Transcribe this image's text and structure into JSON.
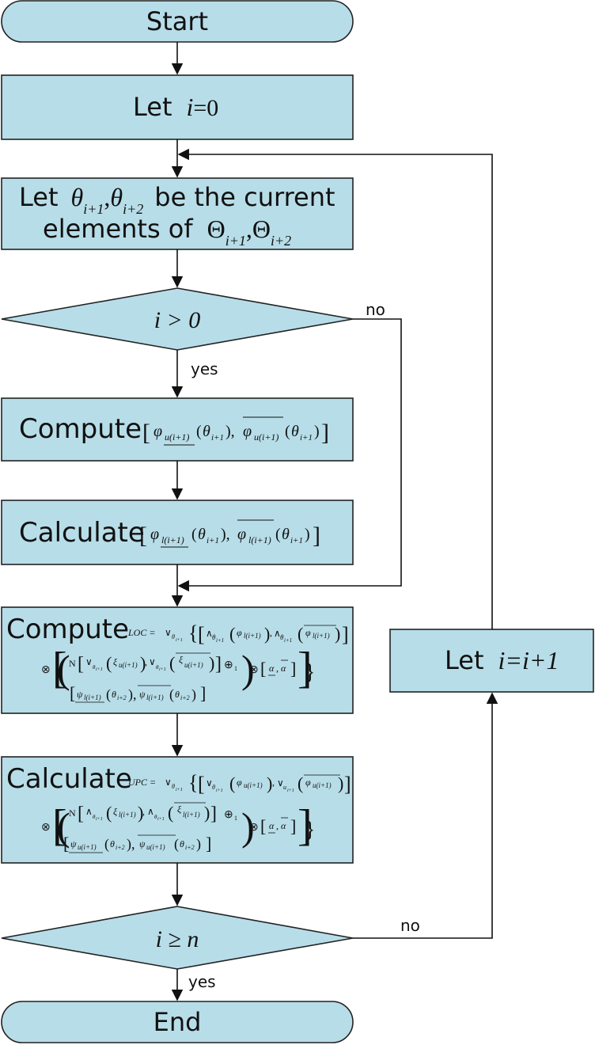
{
  "nodes": {
    "start": "Start",
    "let_i0": {
      "label": "Let",
      "math": "i = 0"
    },
    "let_theta": {
      "line1_label": "Let",
      "line1_math": "θ_{i+1},θ_{i+2}",
      "line1_tail": "be the current",
      "line2_label": "elements of",
      "line2_math": "Θ_{i+1},Θ_{i+2}"
    },
    "cond_i_gt_0": "i > 0",
    "compute_phi_u": {
      "label": "Compute",
      "math": "[φ_u(i+1)(θ_i+1), φ̄_u(i+1)(θ_i+1)]"
    },
    "calculate_phi_l": {
      "label": "Calculate",
      "math": "[φ_l(i+1)(θ_i+1), φ̄_l(i+1)(θ_i+1)]"
    },
    "compute_loc": {
      "label": "Compute",
      "prefix": "LOC ="
    },
    "calculate_upc": {
      "label": "Calculate",
      "prefix": "UPC ="
    },
    "cond_i_ge_n": "i ≥ n",
    "end": "End",
    "let_inc": {
      "label": "Let",
      "math": "i=i+1"
    }
  },
  "edges": {
    "no_label_1": "no",
    "yes_label_1": "yes",
    "no_label_2": "no",
    "yes_label_2": "yes"
  },
  "colors": {
    "node_fill": "#b7dde8",
    "stroke": "#222222"
  }
}
